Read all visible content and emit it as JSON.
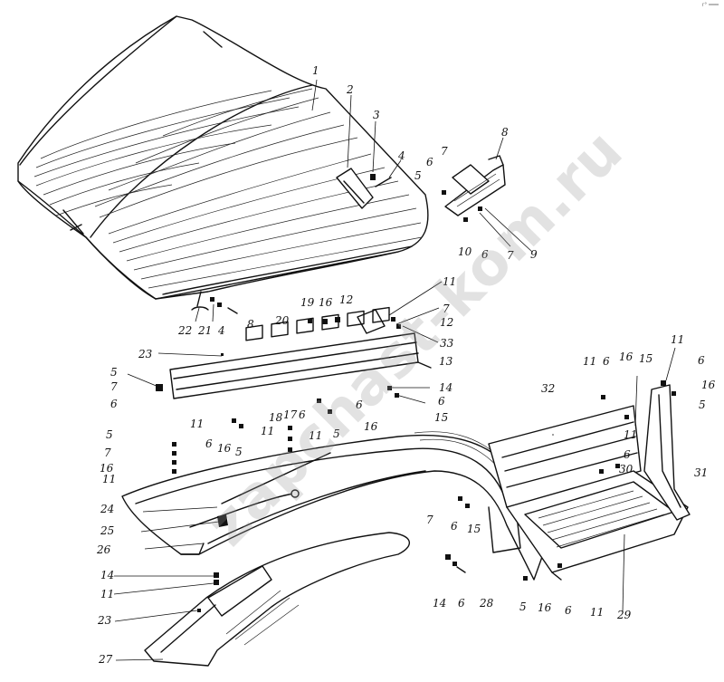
{
  "corner_stamp": "r° ═══",
  "watermark": {
    "text": "zapchast-kom.ru",
    "color": "#969696"
  },
  "callouts": [
    {
      "id": "c1",
      "label": "1"
    },
    {
      "id": "c2",
      "label": "2"
    },
    {
      "id": "c3",
      "label": "3"
    },
    {
      "id": "c4a",
      "label": "4"
    },
    {
      "id": "c5a",
      "label": "5"
    },
    {
      "id": "c6a",
      "label": "6"
    },
    {
      "id": "c7a",
      "label": "7"
    },
    {
      "id": "c8a",
      "label": "8"
    },
    {
      "id": "c10",
      "label": "10"
    },
    {
      "id": "c6b",
      "label": "6"
    },
    {
      "id": "c7b",
      "label": "7"
    },
    {
      "id": "c9",
      "label": "9"
    },
    {
      "id": "c22",
      "label": "22"
    },
    {
      "id": "c21",
      "label": "21"
    },
    {
      "id": "c4b",
      "label": "4"
    },
    {
      "id": "c8b",
      "label": "8"
    },
    {
      "id": "c19",
      "label": "19"
    },
    {
      "id": "c16a",
      "label": "16"
    },
    {
      "id": "c12a",
      "label": "12"
    },
    {
      "id": "c11a",
      "label": "11"
    },
    {
      "id": "c7c",
      "label": "7"
    },
    {
      "id": "c12b",
      "label": "12"
    },
    {
      "id": "c20",
      "label": "20"
    },
    {
      "id": "c33",
      "label": "33"
    },
    {
      "id": "c23a",
      "label": "23"
    },
    {
      "id": "c13",
      "label": "13"
    },
    {
      "id": "c5b",
      "label": "5"
    },
    {
      "id": "c7d",
      "label": "7"
    },
    {
      "id": "c6c",
      "label": "6"
    },
    {
      "id": "c14a",
      "label": "14"
    },
    {
      "id": "c6d",
      "label": "6"
    },
    {
      "id": "c15a",
      "label": "15"
    },
    {
      "id": "c6e",
      "label": "6"
    },
    {
      "id": "c16b",
      "label": "16"
    },
    {
      "id": "c11b",
      "label": "11"
    },
    {
      "id": "c5c",
      "label": "5"
    },
    {
      "id": "c18",
      "label": "18"
    },
    {
      "id": "c17",
      "label": "17"
    },
    {
      "id": "c11c",
      "label": "11"
    },
    {
      "id": "c6f",
      "label": "6"
    },
    {
      "id": "c16c",
      "label": "16"
    },
    {
      "id": "c5d",
      "label": "5"
    },
    {
      "id": "c6g",
      "label": "6"
    },
    {
      "id": "c11d",
      "label": "11"
    },
    {
      "id": "c5e",
      "label": "5"
    },
    {
      "id": "c7e",
      "label": "7"
    },
    {
      "id": "c16d",
      "label": "16"
    },
    {
      "id": "c11e",
      "label": "11"
    },
    {
      "id": "c24",
      "label": "24"
    },
    {
      "id": "c25",
      "label": "25"
    },
    {
      "id": "c26",
      "label": "26"
    },
    {
      "id": "c14b",
      "label": "14"
    },
    {
      "id": "c11f",
      "label": "11"
    },
    {
      "id": "c23b",
      "label": "23"
    },
    {
      "id": "c27",
      "label": "27"
    },
    {
      "id": "c7f",
      "label": "7"
    },
    {
      "id": "c6h",
      "label": "6"
    },
    {
      "id": "c15b",
      "label": "15"
    },
    {
      "id": "c14c",
      "label": "14"
    },
    {
      "id": "c6i",
      "label": "6"
    },
    {
      "id": "c28",
      "label": "28"
    },
    {
      "id": "c5f",
      "label": "5"
    },
    {
      "id": "c16e",
      "label": "16"
    },
    {
      "id": "c6j",
      "label": "6"
    },
    {
      "id": "c11g",
      "label": "11"
    },
    {
      "id": "c29",
      "label": "29"
    },
    {
      "id": "c30",
      "label": "30"
    },
    {
      "id": "c6k",
      "label": "6"
    },
    {
      "id": "c11h",
      "label": "11"
    },
    {
      "id": "c32",
      "label": "32"
    },
    {
      "id": "c11i",
      "label": "11"
    },
    {
      "id": "c6l",
      "label": "6"
    },
    {
      "id": "c16f",
      "label": "16"
    },
    {
      "id": "c15c",
      "label": "15"
    },
    {
      "id": "c11j",
      "label": "11"
    },
    {
      "id": "c6m",
      "label": "6"
    },
    {
      "id": "c16g",
      "label": "16"
    },
    {
      "id": "c5g",
      "label": "5"
    },
    {
      "id": "c31",
      "label": "31"
    }
  ]
}
